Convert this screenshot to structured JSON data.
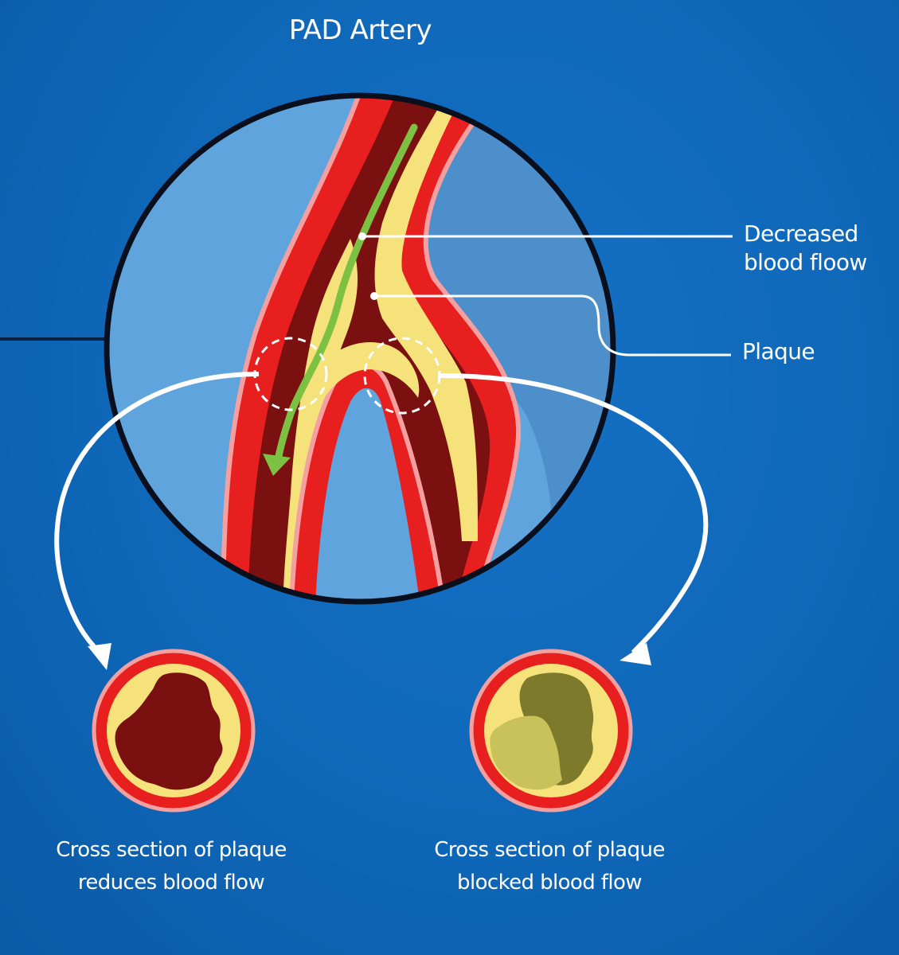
{
  "title": "PAD Artery",
  "callouts": {
    "flow": "Decreased blood floow",
    "plaque": "Plaque"
  },
  "captions": {
    "left": "Cross section of plaque reduces blood flow",
    "right": "Cross section of plaque blocked blood flow"
  },
  "colors": {
    "background": "#0f67b8",
    "lumen_fill": "#5fa4dd",
    "artery_wall": "#e81f1f",
    "wall_edge": "#f5a0a0",
    "blood": "#7a1010",
    "plaque": "#f5e27a",
    "flow_arrow": "#7cc142",
    "blocked_plaque_dark": "#7d7a2c",
    "blocked_plaque_light": "#c9c15a"
  }
}
